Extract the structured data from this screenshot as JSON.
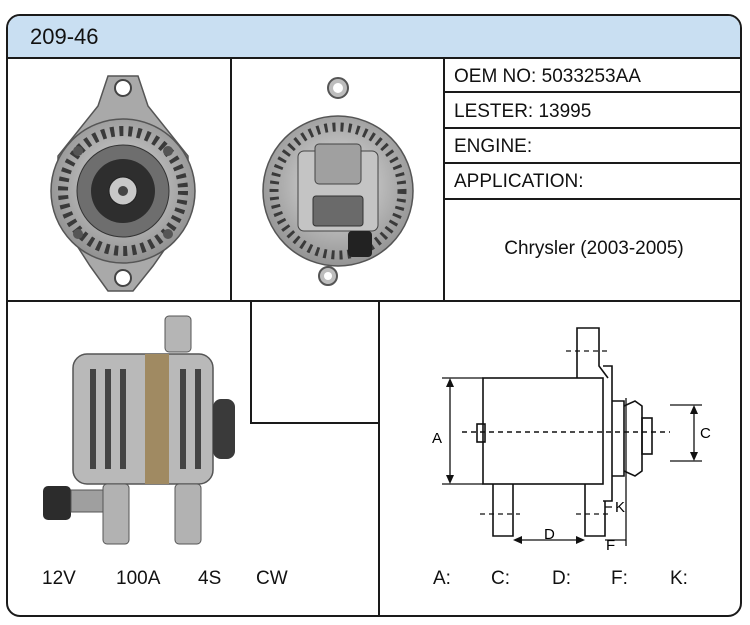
{
  "header": {
    "part_number": "209-46"
  },
  "info": {
    "oem_label": "OEM NO:",
    "oem_value": "5033253AA",
    "lester_label": "LESTER:",
    "lester_value": "13995",
    "engine_label": "ENGINE:",
    "engine_value": "",
    "application_label": "APPLICATION:",
    "application_value": "Chrysler (2003-2005)"
  },
  "specs": {
    "voltage": "12V",
    "amperage": "100A",
    "groove": "4S",
    "rotation": "CW"
  },
  "diagram": {
    "labels": {
      "a": "A",
      "c": "C",
      "d": "D",
      "f": "F",
      "k": "K"
    },
    "fields": {
      "a": "A:",
      "c": "C:",
      "d": "D:",
      "f": "F:",
      "k": "K:"
    }
  }
}
